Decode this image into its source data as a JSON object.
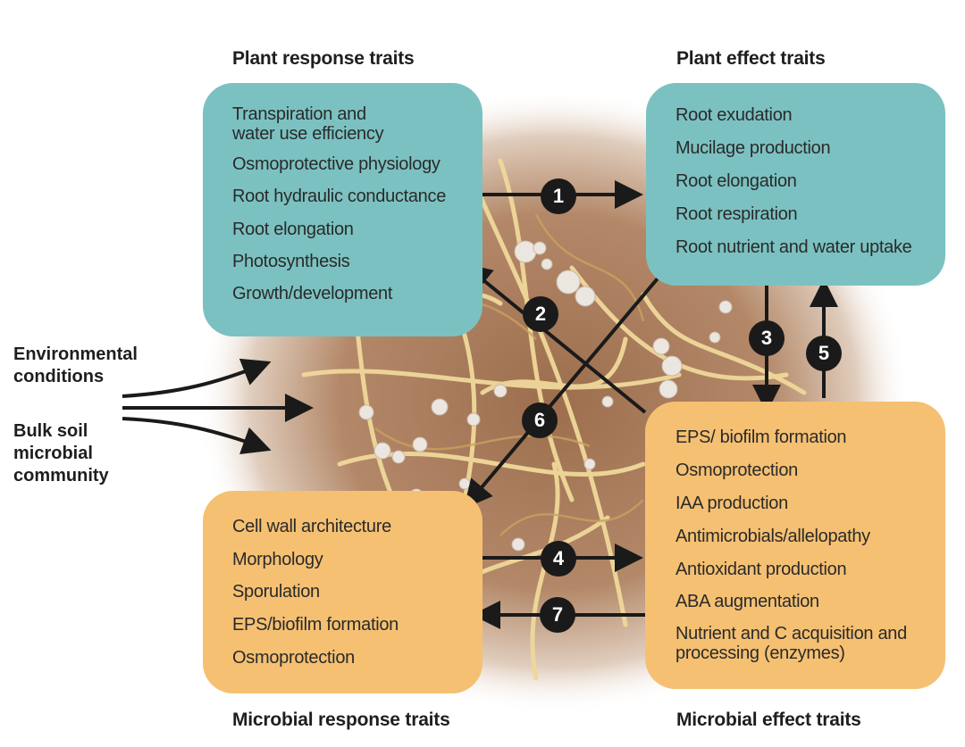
{
  "headings": {
    "plant_response": "Plant response traits",
    "plant_effect": "Plant effect traits",
    "microbial_response": "Microbial response traits",
    "microbial_effect": "Microbial effect traits"
  },
  "boxes": {
    "plant_response": {
      "color": "#7cc1c1",
      "items": [
        "Transpiration and\nwater use efficiency",
        "Osmoprotective physiology",
        "Root hydraulic conductance",
        "Root elongation",
        "Photosynthesis",
        "Growth/development"
      ]
    },
    "plant_effect": {
      "color": "#7cc1c1",
      "items": [
        "Root exudation",
        "Mucilage production",
        "Root elongation",
        "Root respiration",
        "Root nutrient and water uptake"
      ]
    },
    "microbial_response": {
      "color": "#f5c072",
      "items": [
        "Cell wall architecture",
        "Morphology",
        "Sporulation",
        "EPS/biofilm formation",
        "Osmoprotection"
      ]
    },
    "microbial_effect": {
      "color": "#f5c072",
      "items": [
        "EPS/ biofilm formation",
        "Osmoprotection",
        "IAA production",
        "Antimicrobials/allelopathy",
        "Antioxidant production",
        "ABA augmentation",
        "Nutrient and C acquisition and\nprocessing (enzymes)"
      ]
    }
  },
  "external_drivers": {
    "environmental": "Environmental\nconditions",
    "bulk_soil": "Bulk soil\nmicrobial\ncommunity"
  },
  "arrows": [
    {
      "id": "1",
      "from": "plant_response",
      "to": "plant_effect"
    },
    {
      "id": "2",
      "from": "microbial_effect",
      "to": "plant_response"
    },
    {
      "id": "3",
      "from": "plant_effect",
      "to": "microbial_effect"
    },
    {
      "id": "4",
      "from": "microbial_response",
      "to": "microbial_effect"
    },
    {
      "id": "5",
      "from": "microbial_effect",
      "to": "plant_effect"
    },
    {
      "id": "6",
      "from": "plant_effect",
      "to": "microbial_response"
    },
    {
      "id": "7",
      "from": "microbial_effect",
      "to": "microbial_response"
    }
  ],
  "colors": {
    "soil": "#a97c5c",
    "root": "#f2dca0",
    "arrow": "#1a1a1a"
  }
}
